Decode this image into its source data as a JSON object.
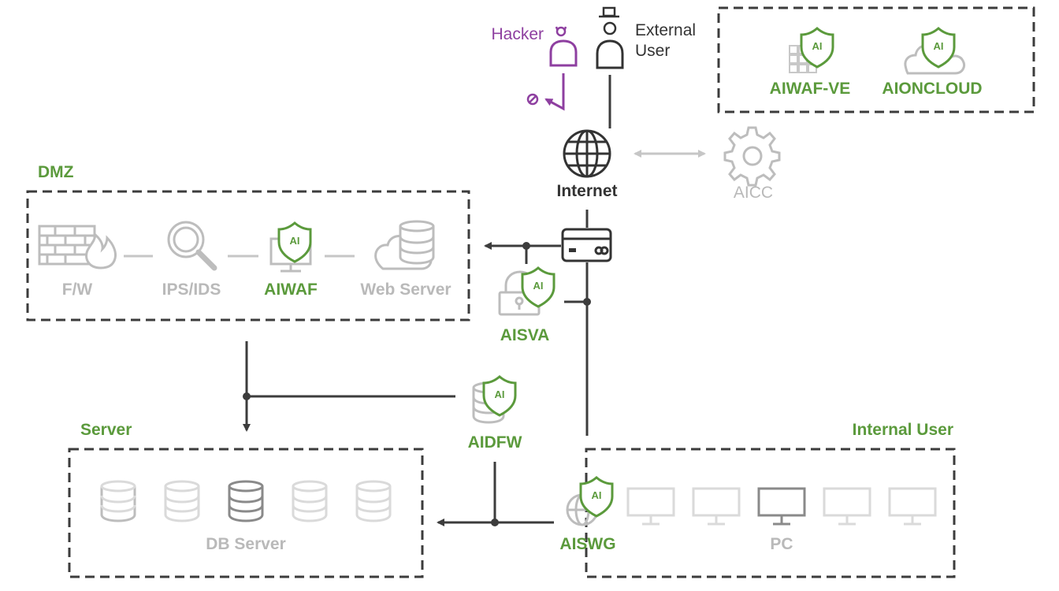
{
  "nodes": {
    "hacker": "Hacker",
    "external_user_line1": "External",
    "external_user_line2": "User",
    "internet": "Internet",
    "aicc": "AICC",
    "aiwaf_ve": "AIWAF-VE",
    "aioncloud": "AIONCLOUD",
    "fw": "F/W",
    "ips_ids": "IPS/IDS",
    "aiwaf": "AIWAF",
    "web_server": "Web Server",
    "aisva": "AISVA",
    "aidfw": "AIDFW",
    "db_server": "DB Server",
    "aiswg": "AISWG",
    "pc": "PC"
  },
  "groups": {
    "dmz": "DMZ",
    "server": "Server",
    "internal_user": "Internal User"
  },
  "badge": "AI",
  "colors": {
    "green": "#5b9a3c",
    "purple": "#8e3fa0",
    "dark": "#333333",
    "gray": "#bdbdbd"
  }
}
